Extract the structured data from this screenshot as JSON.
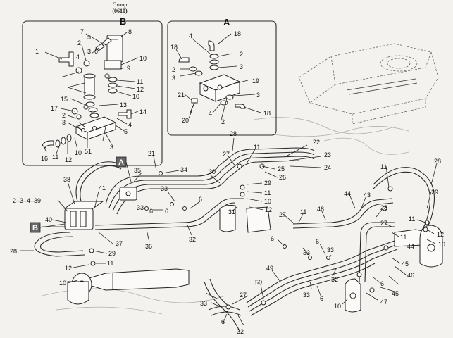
{
  "header": {
    "line1": "Group",
    "line2": "(0610)"
  },
  "insets": [
    {
      "letter": "B"
    },
    {
      "letter": "A"
    }
  ],
  "callout_tags": [
    {
      "letter": "A"
    },
    {
      "letter": "B"
    }
  ],
  "labels": [
    {
      "id": "b1",
      "text": "1"
    },
    {
      "id": "b2",
      "text": "2"
    },
    {
      "id": "b3",
      "text": "3"
    },
    {
      "id": "b4",
      "text": "4"
    },
    {
      "id": "b5",
      "text": "5"
    },
    {
      "id": "b6",
      "text": "6"
    },
    {
      "id": "b7",
      "text": "7"
    },
    {
      "id": "b8",
      "text": "8"
    },
    {
      "id": "b9",
      "text": "9"
    },
    {
      "id": "b10a",
      "text": "10"
    },
    {
      "id": "b11",
      "text": "11"
    },
    {
      "id": "b12",
      "text": "12"
    },
    {
      "id": "b10b",
      "text": "10"
    },
    {
      "id": "b13",
      "text": "13"
    },
    {
      "id": "b14",
      "text": "14"
    },
    {
      "id": "b15",
      "text": "15"
    },
    {
      "id": "b17",
      "text": "17"
    },
    {
      "id": "b2b",
      "text": "2"
    },
    {
      "id": "b3b",
      "text": "3"
    },
    {
      "id": "b4b",
      "text": "4"
    },
    {
      "id": "b5b",
      "text": "5"
    },
    {
      "id": "b16",
      "text": "16"
    },
    {
      "id": "b11b",
      "text": "11"
    },
    {
      "id": "b12b",
      "text": "12"
    },
    {
      "id": "b10c",
      "text": "10"
    },
    {
      "id": "b51",
      "text": "51"
    },
    {
      "id": "b3c",
      "text": "3"
    },
    {
      "id": "a18a",
      "text": "18"
    },
    {
      "id": "a4",
      "text": "4"
    },
    {
      "id": "a2",
      "text": "2"
    },
    {
      "id": "a3",
      "text": "3"
    },
    {
      "id": "a18b",
      "text": "18"
    },
    {
      "id": "a2b",
      "text": "2"
    },
    {
      "id": "a3b",
      "text": "3"
    },
    {
      "id": "a19",
      "text": "19"
    },
    {
      "id": "a21",
      "text": "21"
    },
    {
      "id": "a3c",
      "text": "3"
    },
    {
      "id": "a4b",
      "text": "4"
    },
    {
      "id": "a2c",
      "text": "2"
    },
    {
      "id": "a20",
      "text": "20"
    },
    {
      "id": "a18c",
      "text": "18"
    },
    {
      "id": "m28a",
      "text": "28"
    },
    {
      "id": "m22",
      "text": "22"
    },
    {
      "id": "m23",
      "text": "23"
    },
    {
      "id": "m24",
      "text": "24"
    },
    {
      "id": "m11a",
      "text": "11"
    },
    {
      "id": "m27a",
      "text": "27"
    },
    {
      "id": "m25",
      "text": "25"
    },
    {
      "id": "m26",
      "text": "26"
    },
    {
      "id": "m21",
      "text": "21"
    },
    {
      "id": "m34",
      "text": "34"
    },
    {
      "id": "m35",
      "text": "35"
    },
    {
      "id": "m30",
      "text": "30"
    },
    {
      "id": "m29a",
      "text": "29"
    },
    {
      "id": "m11b",
      "text": "11"
    },
    {
      "id": "m10a",
      "text": "10"
    },
    {
      "id": "m12a",
      "text": "12"
    },
    {
      "id": "m31",
      "text": "31"
    },
    {
      "id": "m38",
      "text": "38"
    },
    {
      "id": "m41",
      "text": "41"
    },
    {
      "id": "m2339",
      "text": "2–3–4–39"
    },
    {
      "id": "m40",
      "text": "40"
    },
    {
      "id": "m33a",
      "text": "33"
    },
    {
      "id": "m6a",
      "text": "6"
    },
    {
      "id": "m33b",
      "text": "33"
    },
    {
      "id": "m6b",
      "text": "6"
    },
    {
      "id": "m6c",
      "text": "6"
    },
    {
      "id": "m32a",
      "text": "32"
    },
    {
      "id": "m36",
      "text": "36"
    },
    {
      "id": "m37",
      "text": "37"
    },
    {
      "id": "m28b",
      "text": "28"
    },
    {
      "id": "m29b",
      "text": "29"
    },
    {
      "id": "m11c",
      "text": "11"
    },
    {
      "id": "m12b",
      "text": "12"
    },
    {
      "id": "m10b",
      "text": "10"
    },
    {
      "id": "m27b",
      "text": "27"
    },
    {
      "id": "m11d",
      "text": "11"
    },
    {
      "id": "m48",
      "text": "48"
    },
    {
      "id": "m44a",
      "text": "44"
    },
    {
      "id": "m43",
      "text": "43"
    },
    {
      "id": "m11e",
      "text": "11"
    },
    {
      "id": "m28c",
      "text": "28"
    },
    {
      "id": "m29c",
      "text": "29"
    },
    {
      "id": "m28d",
      "text": "28"
    },
    {
      "id": "m11f",
      "text": "11"
    },
    {
      "id": "m12c",
      "text": "12"
    },
    {
      "id": "m10c",
      "text": "10"
    },
    {
      "id": "m27c",
      "text": "27"
    },
    {
      "id": "m11g",
      "text": "11"
    },
    {
      "id": "m44b",
      "text": "44"
    },
    {
      "id": "m6d",
      "text": "6"
    },
    {
      "id": "m33c",
      "text": "33"
    },
    {
      "id": "m6e",
      "text": "6"
    },
    {
      "id": "m33d",
      "text": "33"
    },
    {
      "id": "m32b",
      "text": "32"
    },
    {
      "id": "m49",
      "text": "49"
    },
    {
      "id": "m50",
      "text": "50"
    },
    {
      "id": "m33e",
      "text": "33"
    },
    {
      "id": "m6f",
      "text": "6"
    },
    {
      "id": "m45a",
      "text": "45"
    },
    {
      "id": "m46",
      "text": "46"
    },
    {
      "id": "m45b",
      "text": "45"
    },
    {
      "id": "m47",
      "text": "47"
    },
    {
      "id": "m10d",
      "text": "10"
    },
    {
      "id": "m6g",
      "text": "6"
    },
    {
      "id": "m27d",
      "text": "27"
    },
    {
      "id": "m33f",
      "text": "33"
    },
    {
      "id": "m6h",
      "text": "6"
    },
    {
      "id": "m32c",
      "text": "32"
    }
  ]
}
